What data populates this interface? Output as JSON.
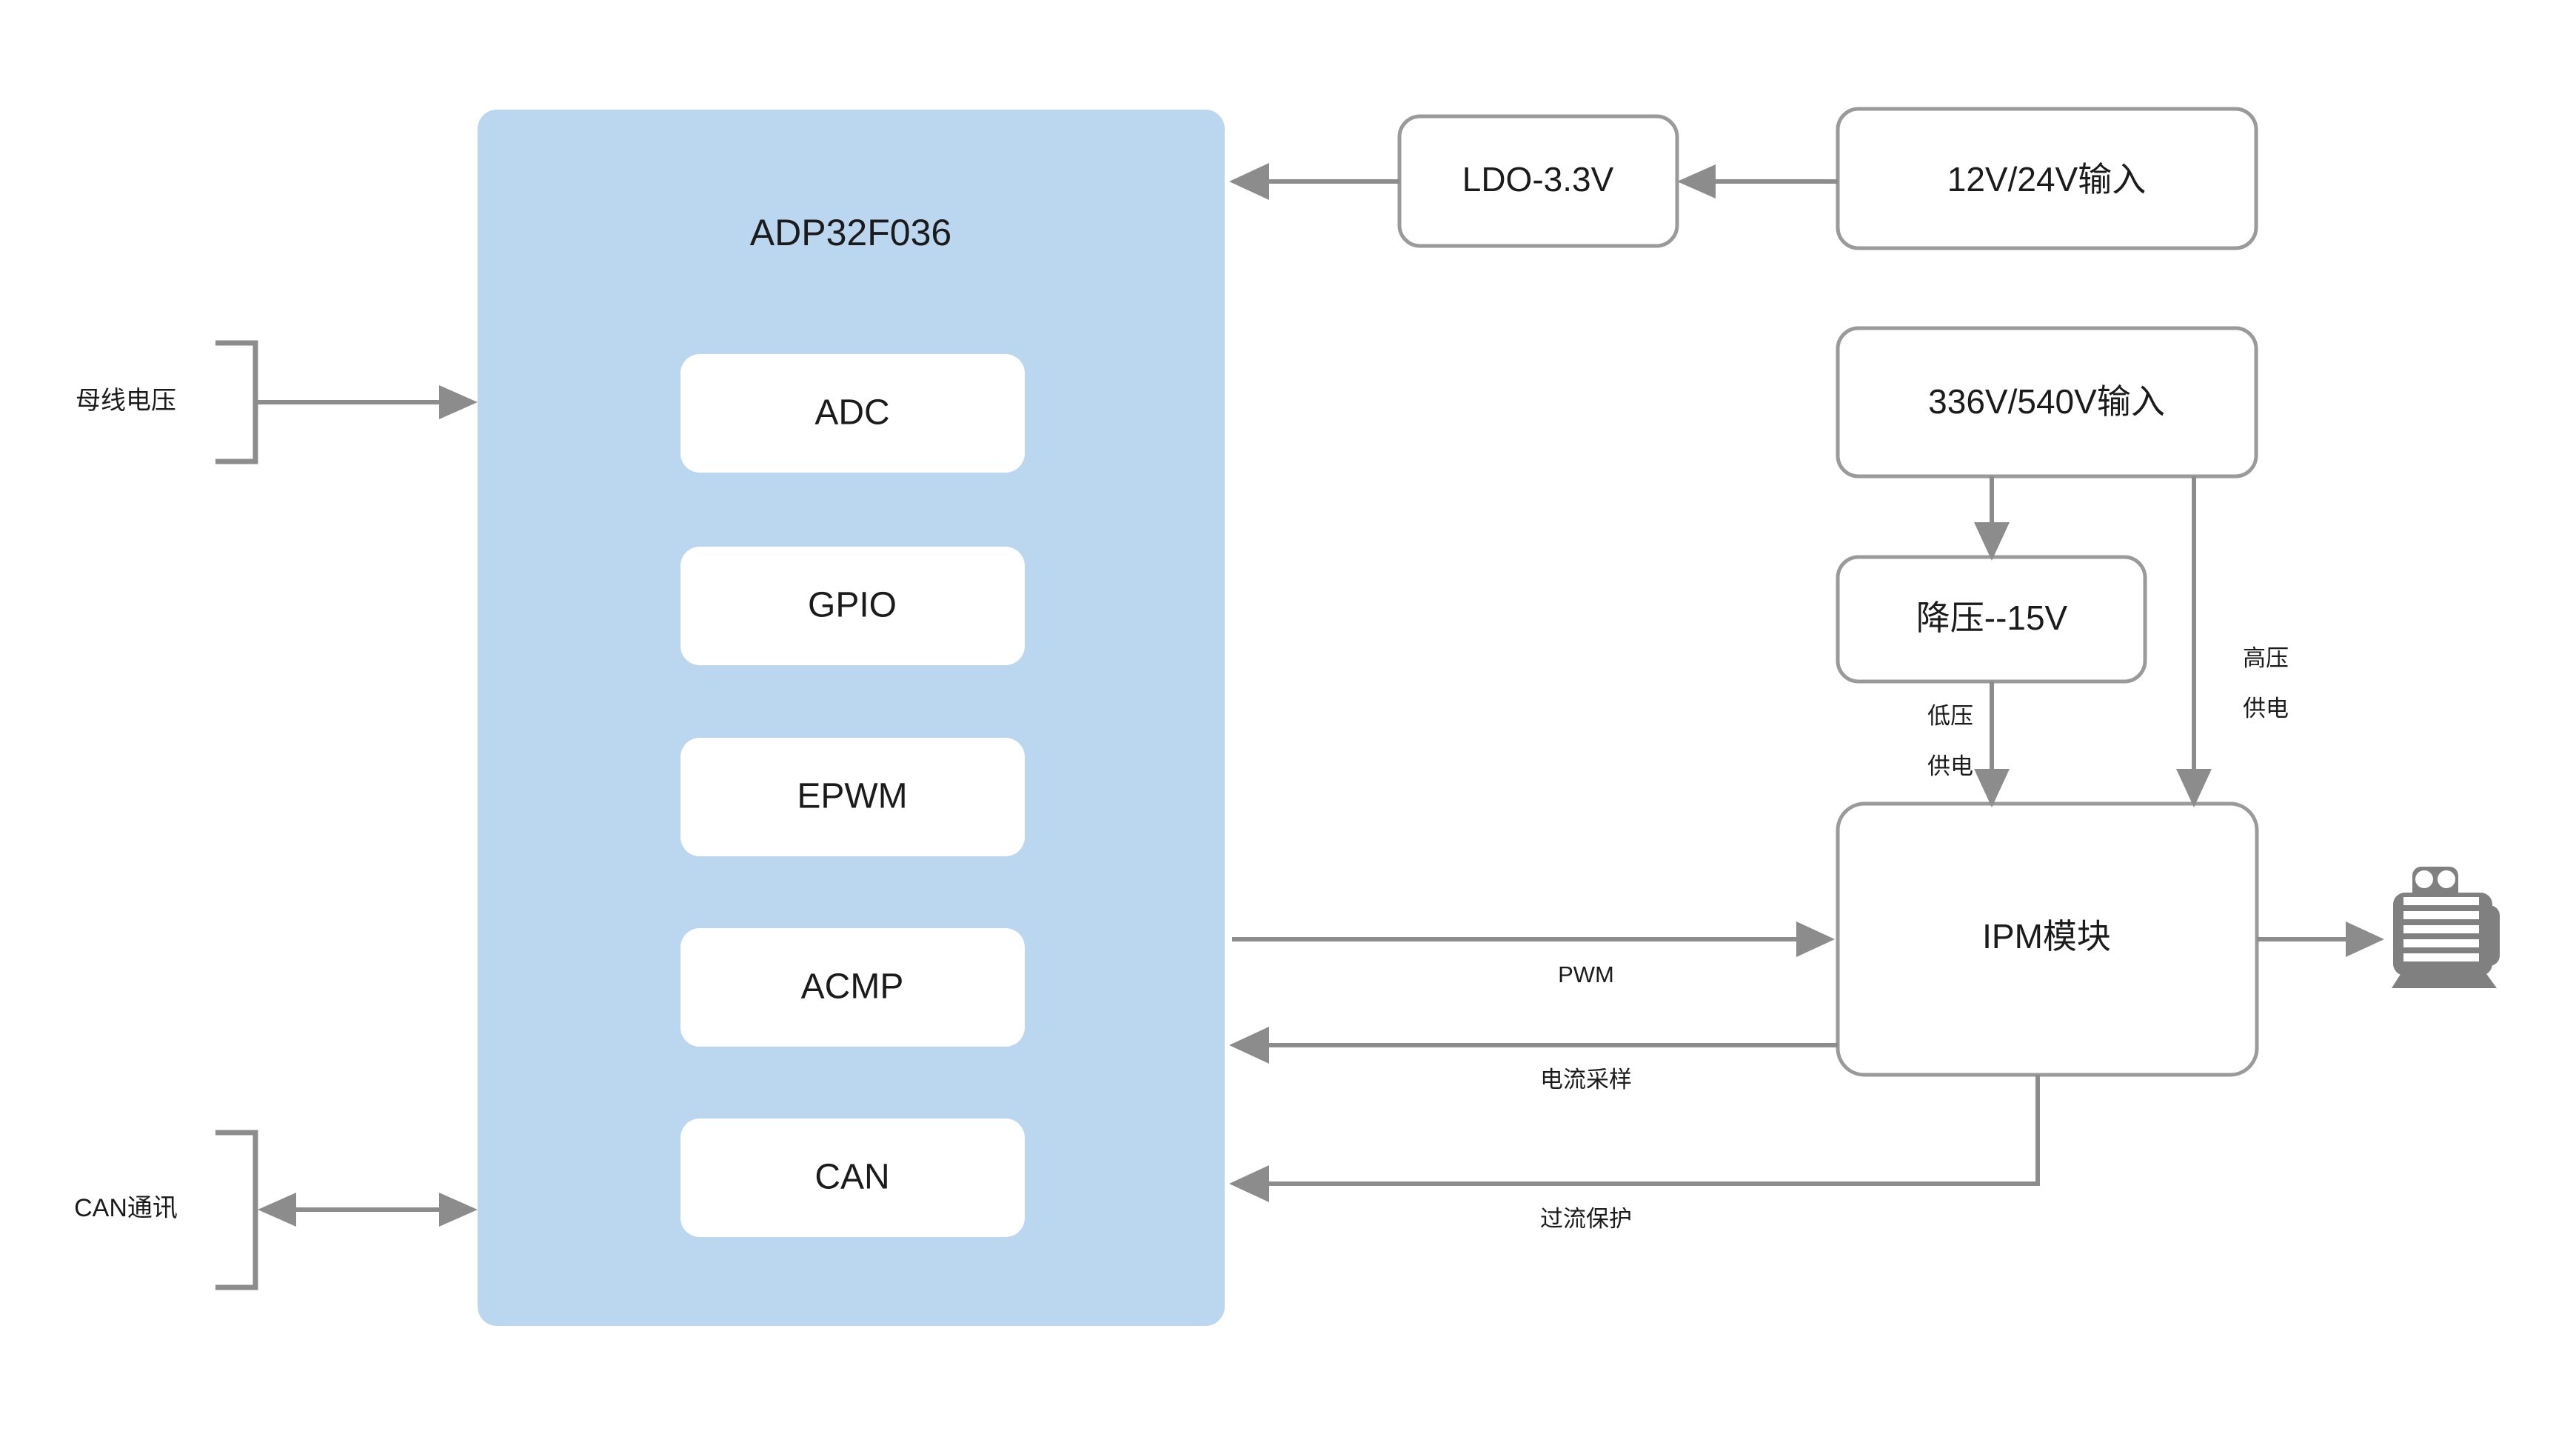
{
  "diagram": {
    "title": "ADP32F036 motor drive system block diagram",
    "colors": {
      "mcu_panel": "#bbd6ef",
      "block_border": "#9a9a9a",
      "edge": "#8c8c8c",
      "text": "#1b1b1b",
      "motor_icon": "#808080",
      "background": "#ffffff"
    },
    "mcu": {
      "title": "ADP32F036",
      "peripherals": [
        {
          "label": "ADC"
        },
        {
          "label": "GPIO"
        },
        {
          "label": "EPWM"
        },
        {
          "label": "ACMP"
        },
        {
          "label": "CAN"
        }
      ]
    },
    "blocks": [
      {
        "id": "ldo",
        "label": "LDO-3.3V"
      },
      {
        "id": "lv-input",
        "label": "12V/24V输入"
      },
      {
        "id": "hv-input",
        "label": "336V/540V输入"
      },
      {
        "id": "buck",
        "label": "降压--15V"
      },
      {
        "id": "ipm",
        "label": "IPM模块"
      }
    ],
    "side_labels": [
      {
        "id": "bus-voltage",
        "label": "母线电压"
      },
      {
        "id": "can-bus",
        "label": "CAN通讯"
      }
    ],
    "edge_labels": [
      {
        "id": "pwm",
        "label": "PWM"
      },
      {
        "id": "current-sample",
        "label": "电流采样"
      },
      {
        "id": "overcurrent",
        "label": "过流保护"
      },
      {
        "id": "low-voltage-supply-line1",
        "label": "低压"
      },
      {
        "id": "low-voltage-supply-line2",
        "label": "供电"
      },
      {
        "id": "high-voltage-supply-line1",
        "label": "高压"
      },
      {
        "id": "high-voltage-supply-line2",
        "label": "供电"
      }
    ],
    "icons": [
      {
        "id": "motor",
        "name": "electric-motor-icon"
      }
    ]
  }
}
